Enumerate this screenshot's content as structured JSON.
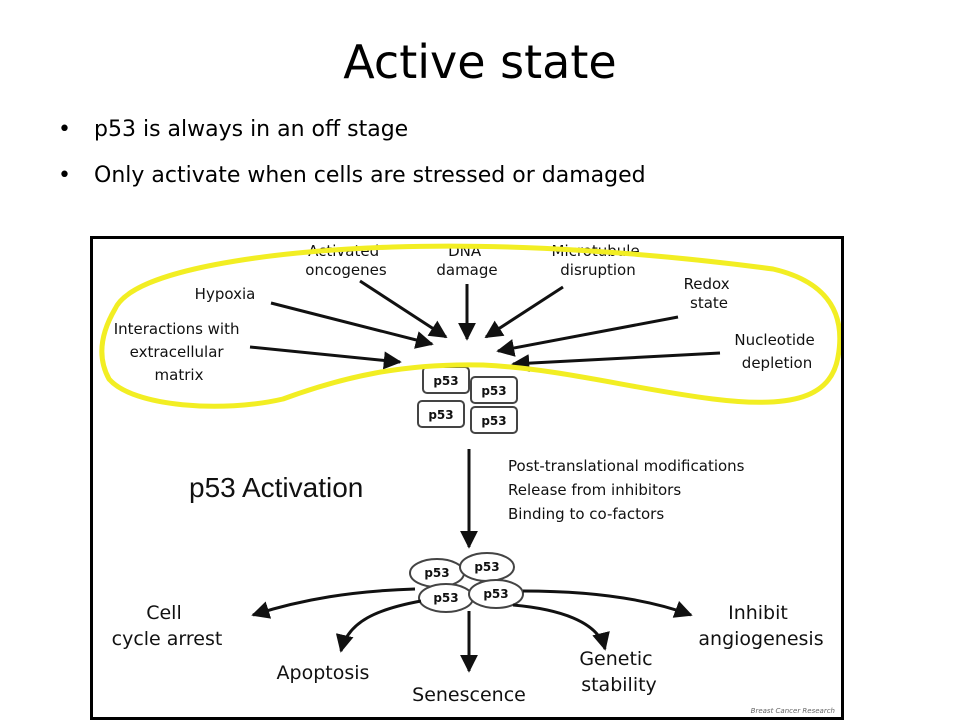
{
  "slide": {
    "title": "Active state",
    "bullets": [
      "p53 is always in an off stage",
      "Only activate when cells are stressed or damaged"
    ]
  },
  "diagram": {
    "stressors": {
      "activated_oncogenes": [
        "Activated",
        "oncogenes"
      ],
      "dna_damage": [
        "DNA",
        "damage"
      ],
      "microtubule": [
        "Microtubule",
        "disruption"
      ],
      "hypoxia": [
        "Hypoxia"
      ],
      "redox": [
        "Redox",
        "state"
      ],
      "ecm": [
        "Interactions with",
        "extracellular",
        "matrix"
      ],
      "nucleotide": [
        "Nucleotide",
        "depletion"
      ]
    },
    "protein_label": "p53",
    "activation_title": "p53 Activation",
    "mechanisms": [
      "Post-translational modifications",
      "Release from inhibitors",
      "Binding to co-factors"
    ],
    "outcomes": {
      "cell_cycle": [
        "Cell",
        "cycle arrest"
      ],
      "apoptosis": [
        "Apoptosis"
      ],
      "senescence": [
        "Senescence"
      ],
      "genetic": [
        "Genetic",
        "stability"
      ],
      "angiogenesis": [
        "Inhibit",
        "angiogenesis"
      ]
    },
    "credit": "Breast Cancer Research",
    "highlight_color": "#f2ee23"
  }
}
